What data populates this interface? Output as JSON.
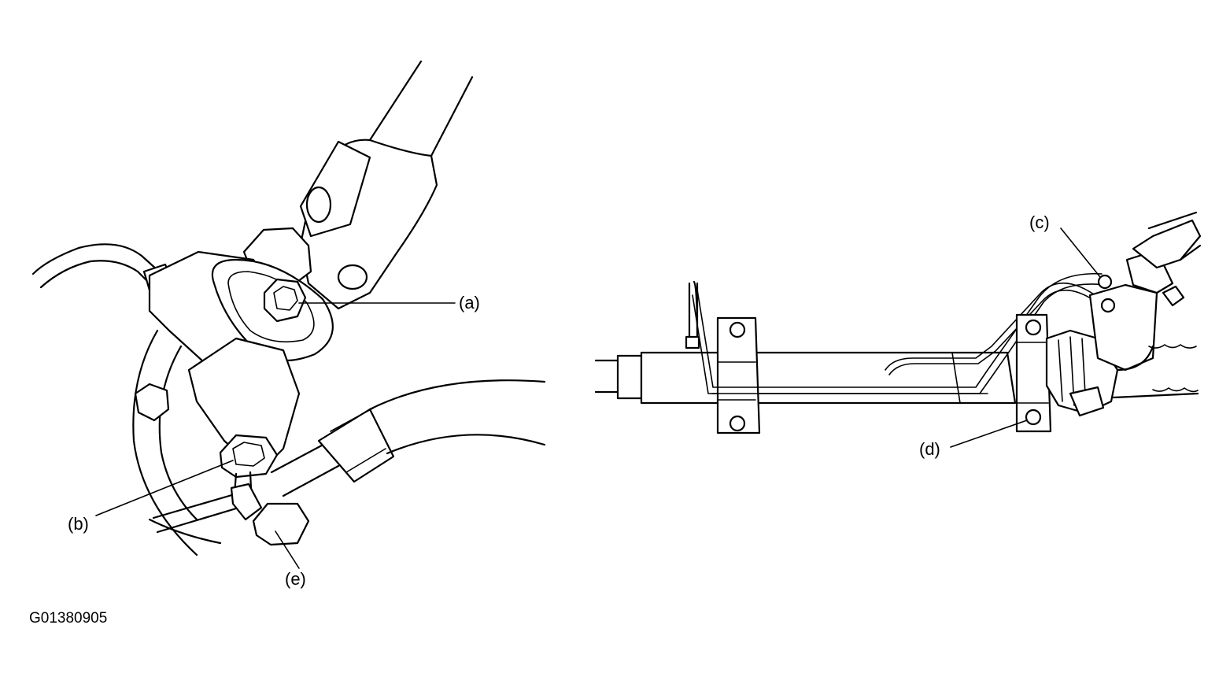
{
  "figure_code": "G01380905",
  "callouts": {
    "a": "(a)",
    "b": "(b)",
    "c": "(c)",
    "d": "(d)",
    "e": "(e)"
  }
}
